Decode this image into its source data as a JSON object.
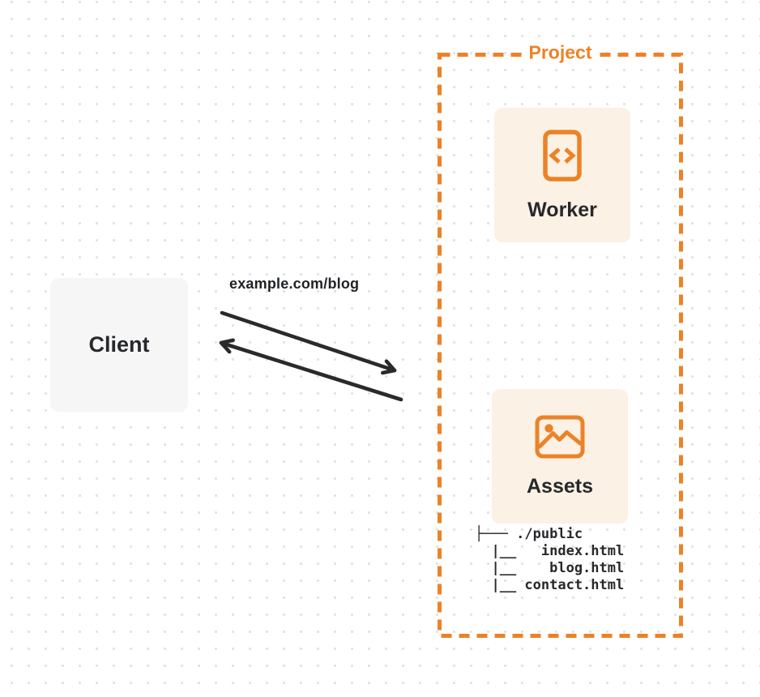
{
  "client": {
    "label": "Client"
  },
  "request": {
    "url_label": "example.com/blog"
  },
  "project": {
    "label": "Project",
    "worker": {
      "label": "Worker",
      "icon": "code-file-icon"
    },
    "assets": {
      "label": "Assets",
      "icon": "image-icon"
    },
    "file_tree": {
      "lines": [
        "├─── ./public",
        "  |__   index.html",
        "  |__    blog.html",
        "  |__ contact.html"
      ]
    }
  },
  "colors": {
    "accent_orange": "#EC8227",
    "card_background": "#FBF1E4",
    "client_background": "#F6F6F7",
    "text_dark": "#26282B",
    "arrow_dark": "#2A2A2B",
    "dot_grid": "#E1E2E5"
  }
}
